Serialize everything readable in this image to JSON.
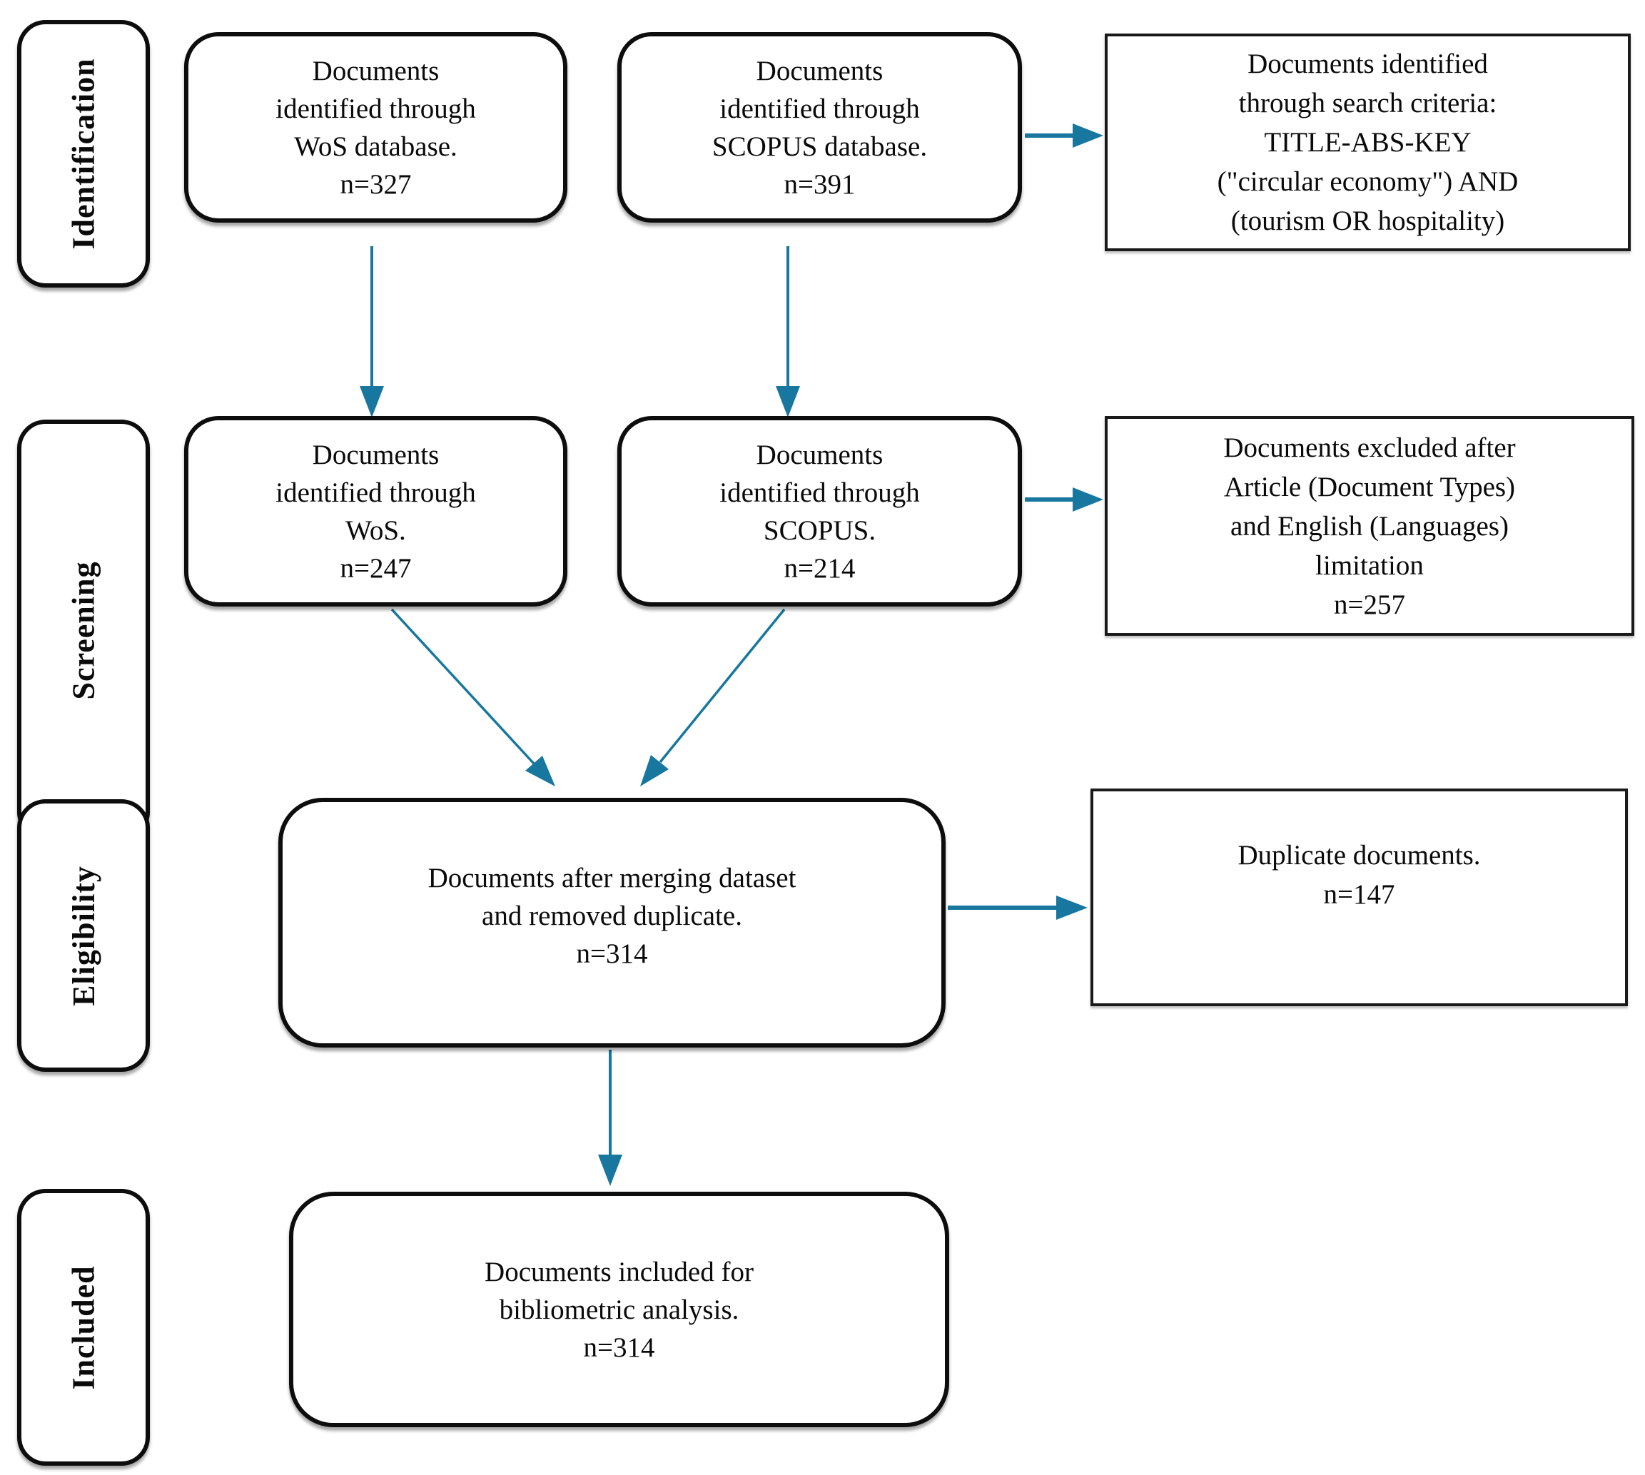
{
  "colors": {
    "arrow": "#17779f",
    "border": "#0d0d0d"
  },
  "stage_labels": {
    "identification": "Identification",
    "screening": "Screening",
    "eligibility": "Eligibility",
    "included": "Included"
  },
  "boxes": {
    "id_wos": {
      "lines": [
        "Documents",
        "identified through",
        "WoS database.",
        "n=327"
      ]
    },
    "id_scopus": {
      "lines": [
        "Documents",
        "identified through",
        "SCOPUS database.",
        "n=391"
      ]
    },
    "criteria": {
      "lines": [
        "Documents identified",
        "through search criteria:",
        "TITLE-ABS-KEY",
        "(\"circular economy\") AND",
        "(tourism OR hospitality)"
      ]
    },
    "scr_wos": {
      "lines": [
        "Documents",
        "identified through",
        "WoS.",
        "n=247"
      ]
    },
    "scr_scopus": {
      "lines": [
        "Documents",
        "identified through",
        "SCOPUS.",
        "n=214"
      ]
    },
    "excluded": {
      "lines": [
        "Documents excluded after",
        "Article (Document Types)",
        "and English (Languages)",
        "limitation",
        "n=257"
      ]
    },
    "merged": {
      "lines": [
        "Documents after merging dataset",
        "and removed duplicate.",
        "n=314"
      ]
    },
    "duplicate": {
      "lines": [
        "Duplicate documents.",
        "n=147"
      ]
    },
    "included": {
      "lines": [
        "Documents included for",
        "bibliometric analysis.",
        "n=314"
      ]
    }
  }
}
